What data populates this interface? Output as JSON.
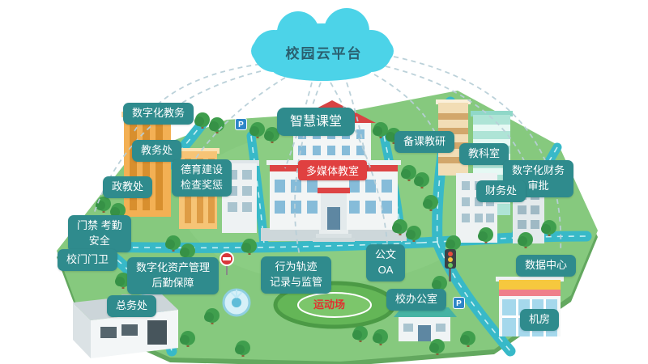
{
  "cloud": {
    "label": "校园云平台"
  },
  "banners": {
    "multimedia_classroom": "多媒体教室",
    "sports_field": "运动场"
  },
  "bubbles": [
    {
      "id": "digital-academics",
      "text": "数字化教务"
    },
    {
      "id": "academic-affairs-office",
      "text": "教务处"
    },
    {
      "id": "political-education-office",
      "text": "政教处"
    },
    {
      "id": "moral-education",
      "text": "德育建设\n检查奖惩"
    },
    {
      "id": "smart-classroom",
      "text": "智慧课堂"
    },
    {
      "id": "lesson-prep-research",
      "text": "备课教研"
    },
    {
      "id": "teaching-research-office",
      "text": "教科室"
    },
    {
      "id": "digital-finance-approval",
      "text": "数字化财务\n审批"
    },
    {
      "id": "finance-office",
      "text": "财务处"
    },
    {
      "id": "access-attendance-safety",
      "text": "门禁 考勤\n安全"
    },
    {
      "id": "gate-guard",
      "text": "校门门卫"
    },
    {
      "id": "asset-management-logistics",
      "text": "数字化资产管理\n后勤保障"
    },
    {
      "id": "general-affairs-office",
      "text": "总务处"
    },
    {
      "id": "behavior-tracking",
      "text": "行为轨迹\n记录与监管"
    },
    {
      "id": "official-docs-oa",
      "text": "公文\nOA"
    },
    {
      "id": "school-office",
      "text": "校办公室"
    },
    {
      "id": "data-center",
      "text": "数据中心"
    },
    {
      "id": "server-room",
      "text": "机房"
    }
  ],
  "icons": {
    "parking": "P"
  },
  "colors": {
    "cloud": "#4cd3e8",
    "bubble": "#2f8b8d",
    "banner_red": "#e04040",
    "grass": "#86c97e",
    "road": "#38b9c8",
    "field_text": "#e23030"
  }
}
